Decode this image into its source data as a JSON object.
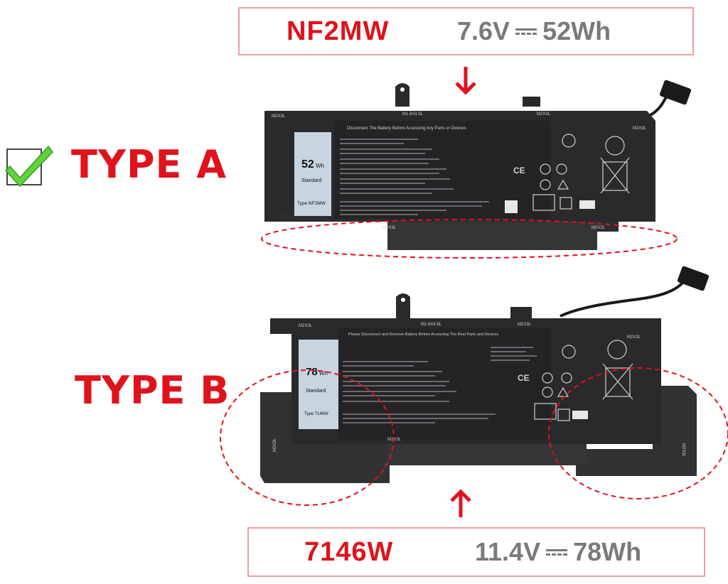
{
  "top_spec": {
    "model": "NF2MW",
    "spec": "7.6V",
    "wh": "52Wh"
  },
  "bottom_spec": {
    "model": "7146W",
    "spec": "11.4V",
    "wh": "78Wh"
  },
  "type_a_label": "TYPE A",
  "type_b_label": "TYPE B",
  "battery_a": {
    "wh": "52",
    "wh_unit": "Wh",
    "standard": "Standard",
    "type": "Type NF2MW",
    "banner": "Disconnect The Battery Before Accessing Any Parts or Devices",
    "screw_marks": [
      "M2X3L",
      "M1.6X4.5L",
      "M2X3L",
      "M2X3L",
      "M2X3L",
      "M2X3L"
    ]
  },
  "battery_b": {
    "wh": "78",
    "wh_unit": "Wh",
    "standard": "Standard",
    "type": "Type 7146W",
    "banner": "Please Disconnect and Remove Battery Before Accessing The Rest Parts and Devices",
    "screw_marks": [
      "M2X3L",
      "M1.6X4.5L",
      "M2X3L",
      "M2X3L",
      "M2X3L",
      "M2X3L",
      "M2X3L"
    ]
  },
  "colors": {
    "accent_red": "#e0121b",
    "check_green": "#5fd33a",
    "battery_body": "#2a2a2c"
  }
}
